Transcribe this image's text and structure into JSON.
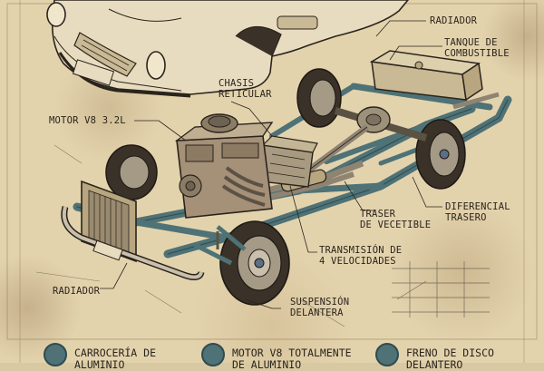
{
  "colors": {
    "paper": "#e3d3ad",
    "ink": "#2a241c",
    "frame_teal": "#4e7276",
    "body_cream": "#e8dcc0"
  },
  "labels": {
    "radiator_top": "RADIADOR",
    "fuel_tank": "TANQUE DE\nCOMBUSTIBLE",
    "chassis": "CHASIS\nRETICULAR",
    "engine": "MOTOR V8 3.2L",
    "rear_diff": "DIFERENCIAL\nTRASERO",
    "rear_axle": "TRASER\nDE VECETIBLE",
    "transmission": "TRANSMISIÓN DE\n4 VELOCIDADES",
    "radiator_bottom": "RADIADOR",
    "front_suspension": "SUSPENSIÓN\nDELANTERA"
  },
  "features": [
    {
      "icon": "body-icon",
      "text": "CARROCERÍA DE\nALUMINIO"
    },
    {
      "icon": "engine-icon",
      "text": "MOTOR V8 TOTALMENTE\nDE ALUMINIO"
    },
    {
      "icon": "brake-icon",
      "text": "FRENO DE DISCO\nDELANTERO"
    }
  ]
}
